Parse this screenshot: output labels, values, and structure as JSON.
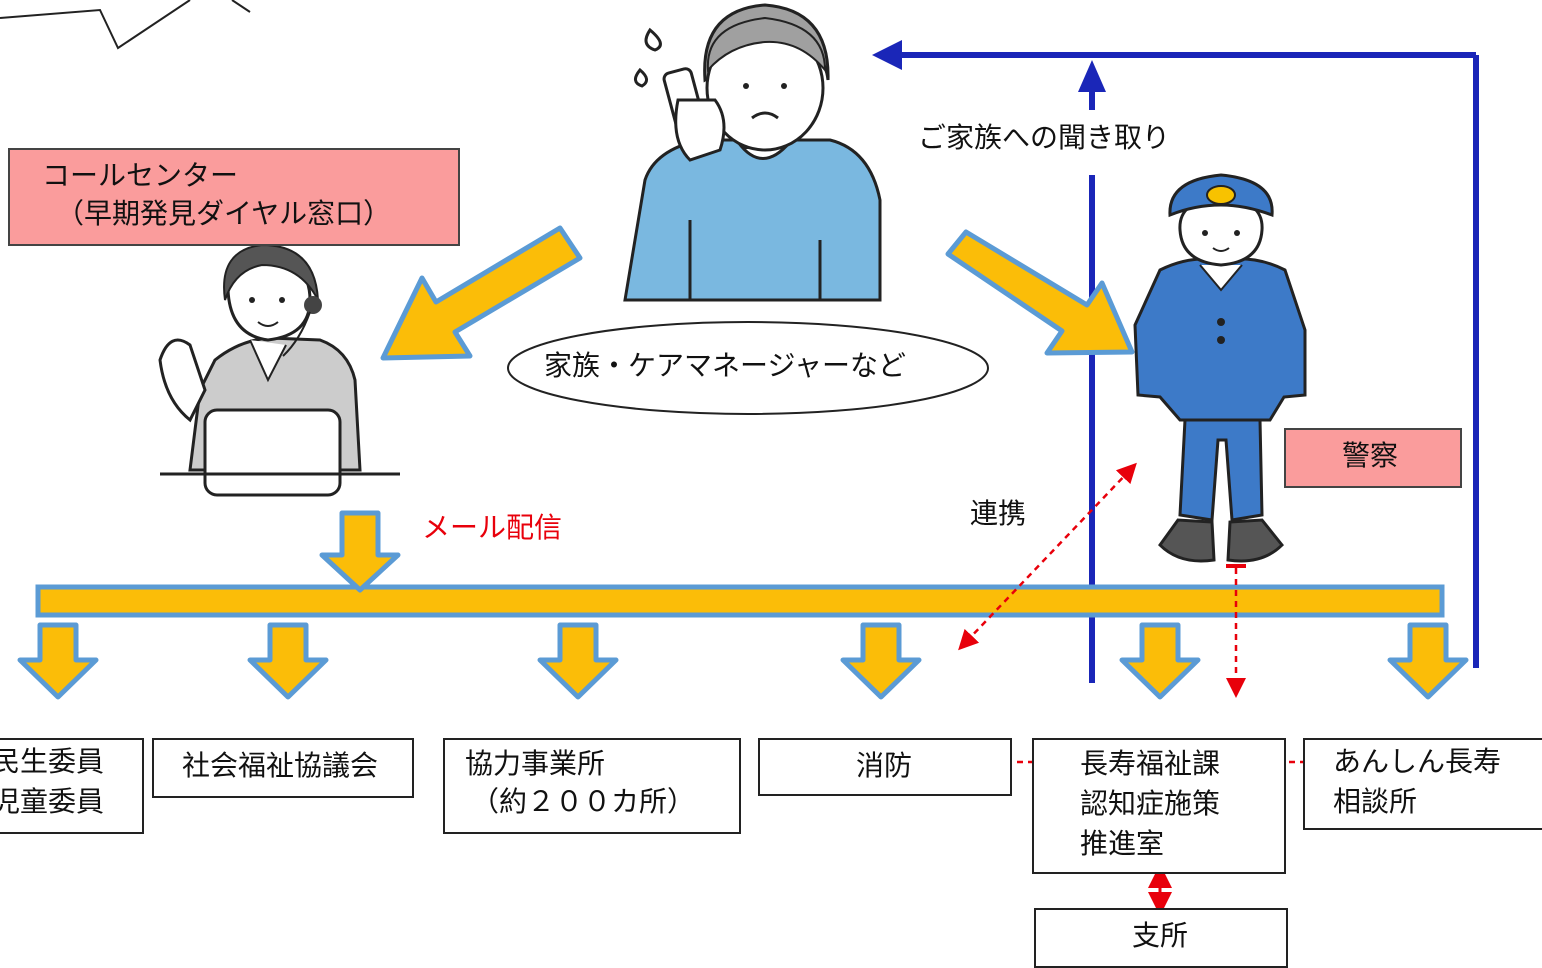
{
  "callcenter": {
    "line1": "コールセンター",
    "line2": "（早期発見ダイヤル窓口）"
  },
  "family_label": "家族・ケアマネージャーなど",
  "family_interview": "ご家族への聞き取り",
  "police": "警察",
  "mail": "メール配信",
  "renkei": "連携",
  "boxes": {
    "minsei": {
      "line1": "民生委員",
      "line2": "児童委員"
    },
    "shakyo": "社会福祉協議会",
    "kyoryoku": {
      "line1": "協力事業所",
      "line2": "（約２００カ所）"
    },
    "shobo": "消防",
    "choju": {
      "line1": "長寿福祉課",
      "line2": "認知症施策",
      "line3": "推進室"
    },
    "anshin": {
      "line1": "あんしん長寿",
      "line2": "相談所"
    },
    "shisho": "支所"
  },
  "colors": {
    "orange": "#fbbd08",
    "blue_outline": "#5b9bd5",
    "navy": "#1a26b8",
    "pink": "#fa9c9c",
    "red": "#e8000b",
    "shirt": "#7ab8e0",
    "uniform": "#3d7ac8"
  }
}
